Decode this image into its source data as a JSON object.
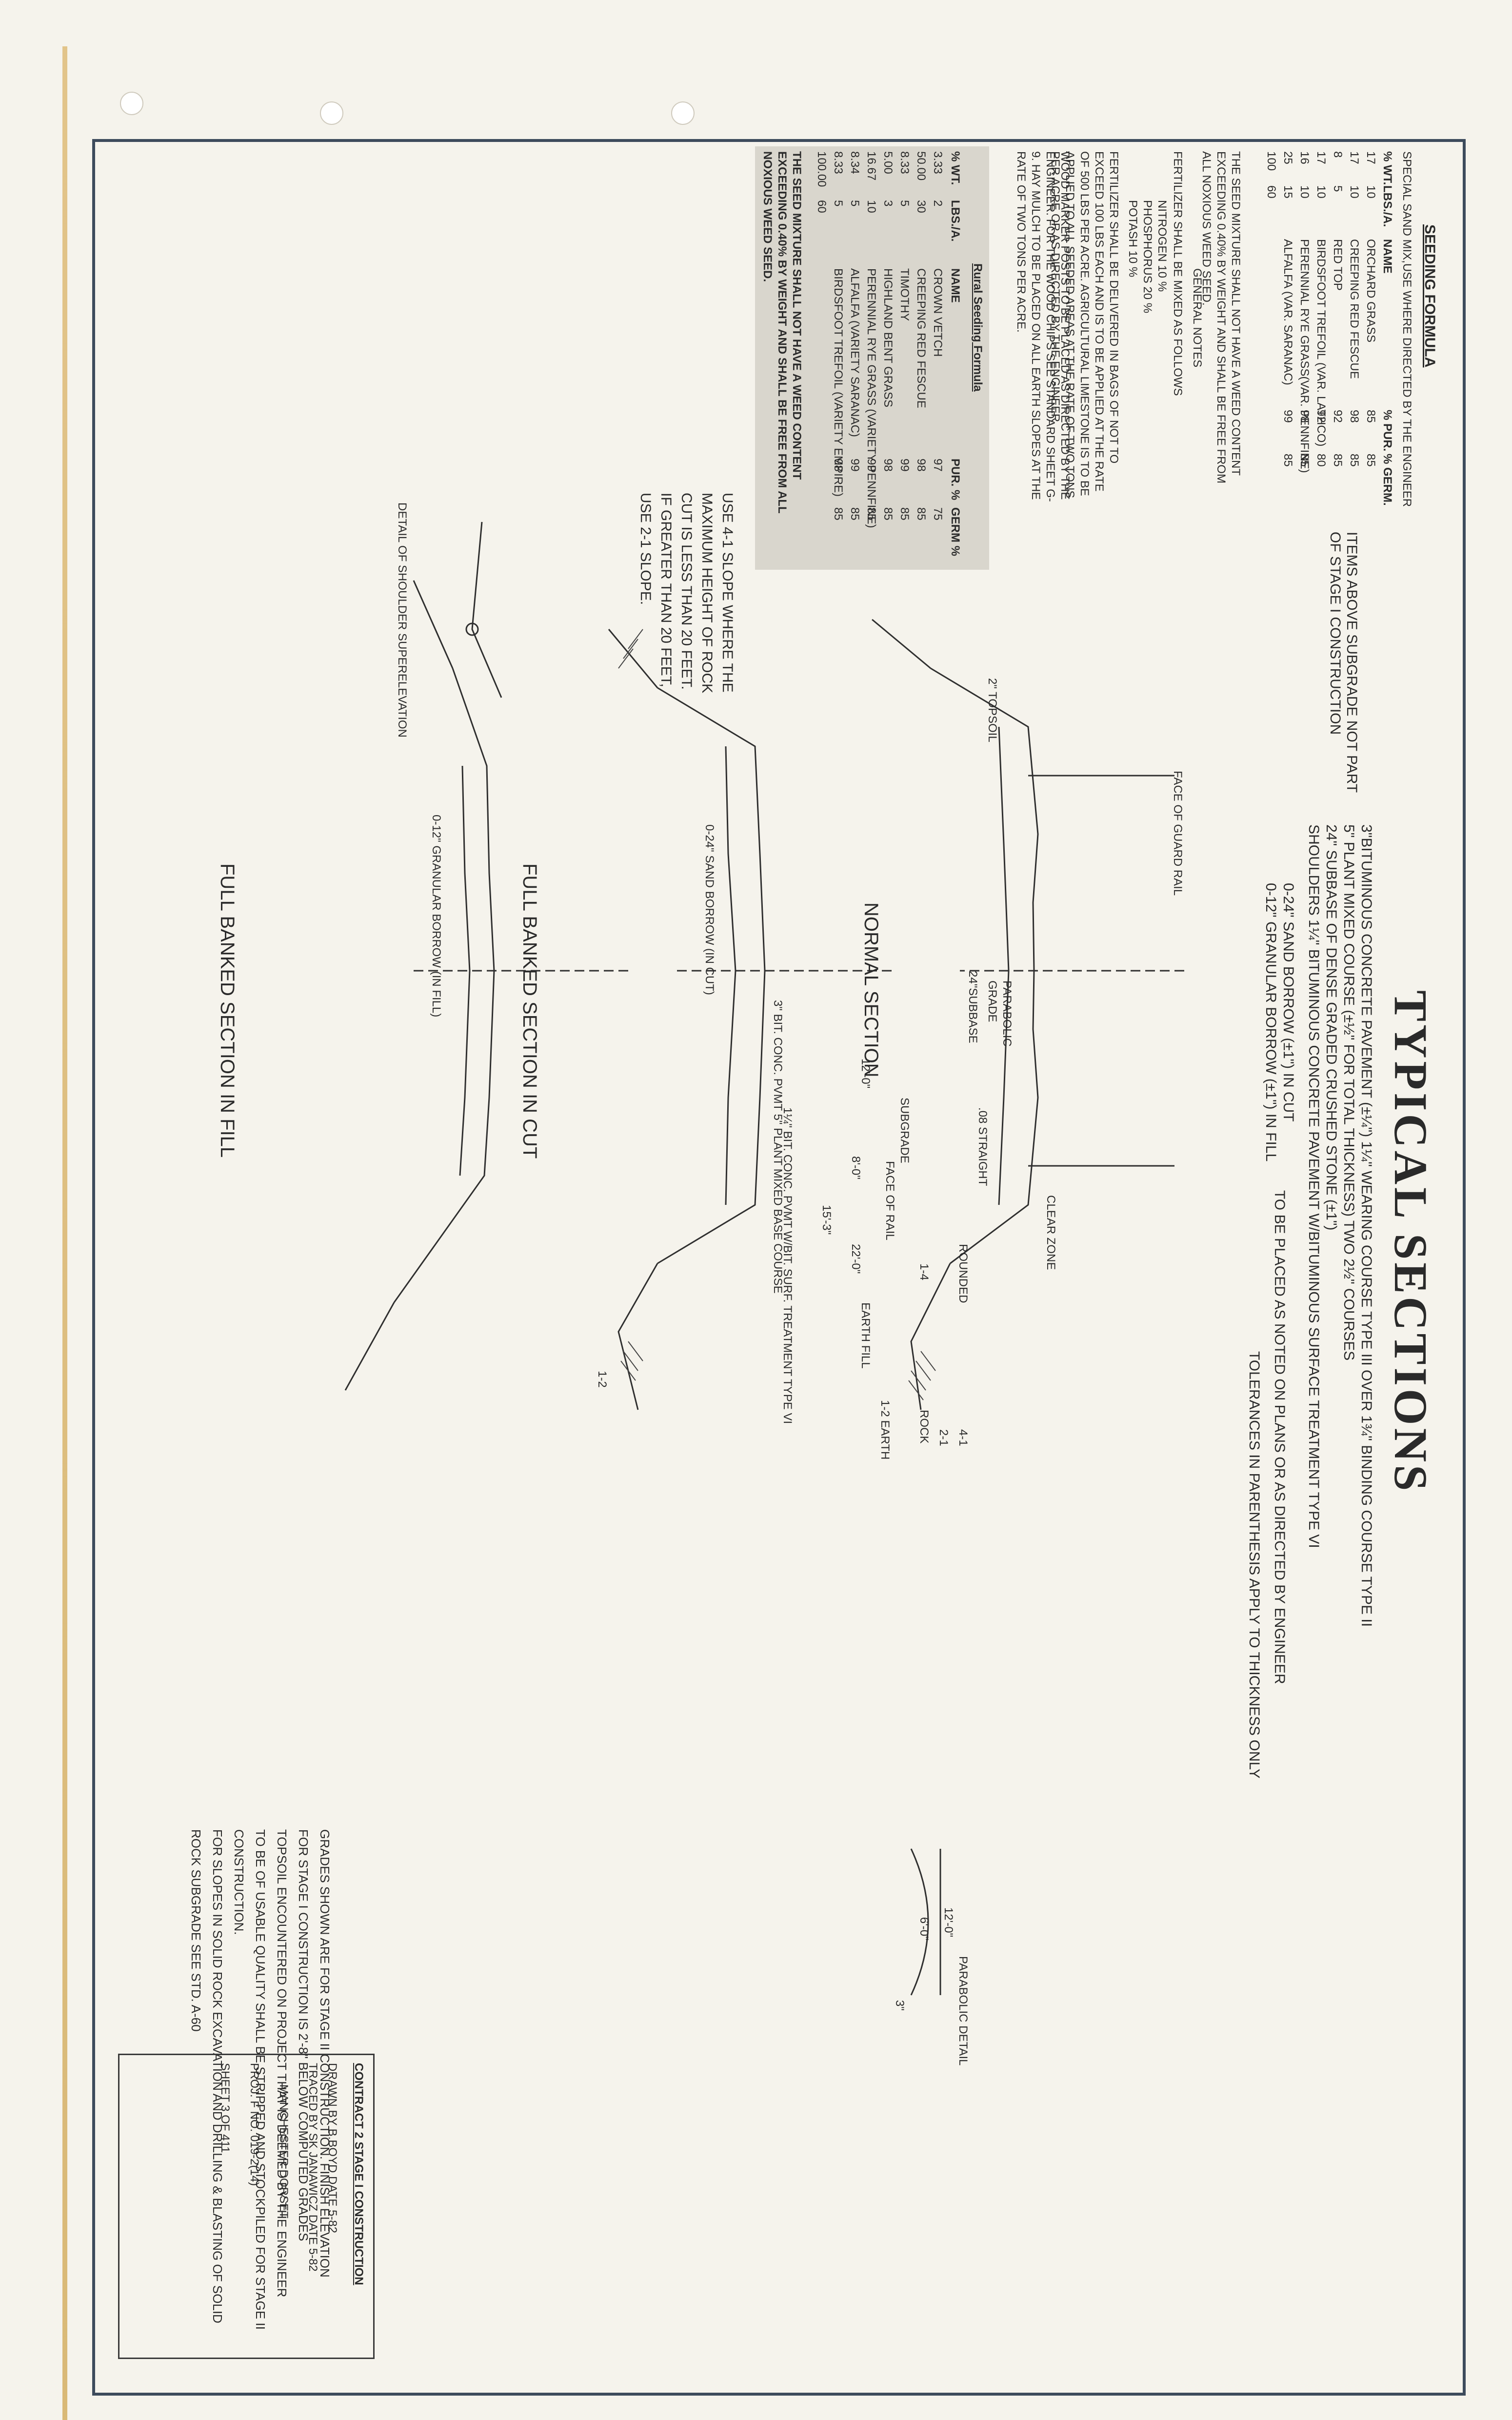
{
  "title": "TYPICAL SECTIONS",
  "specs": {
    "line1": "3\"BITUMINOUS CONCRETE PAVEMENT (±¼\") 1¼\" WEARING COURSE TYPE III OVER 1¾\" BINDING COURSE TYPE II",
    "line2": "5\" PLANT MIXED COURSE (±½\" FOR TOTAL THICKNESS) TWO 2½\" COURSES",
    "line3": "24\" SUBBASE OF DENSE GRADED CRUSHED STONE (±1\")",
    "line4": "SHOULDERS 1¼\" BITUMINOUS CONCRETE PAVEMENT W/BITUMINOUS SURFACE TREATMENT TYPE VI",
    "left_note": "ITEMS ABOVE SUBGRADE NOT PART OF STAGE I CONSTRUCTION",
    "borrow1": "0-24\" SAND BORROW (±1\") IN CUT",
    "borrow2": "0-12\" GRANULAR BORROW (±1\") IN FILL",
    "borrow_note": "TO BE PLACED AS NOTED ON PLANS OR AS DIRECTED BY ENGINEER",
    "tolerance": "TOLERANCES IN PARENTHESIS APPLY TO THICKNESS ONLY"
  },
  "seeding": {
    "heading": "SEEDING FORMULA",
    "subheading": "SPECIAL SAND MIX,USE WHERE DIRECTED BY THE ENGINEER",
    "cols": [
      "% WT.",
      "LBS./A.",
      "NAME",
      "% PUR.",
      "% GERM."
    ],
    "rows": [
      [
        "17",
        "10",
        "ORCHARD GRASS",
        "85",
        "85"
      ],
      [
        "17",
        "10",
        "CREEPING RED FESCUE",
        "98",
        "85"
      ],
      [
        "8",
        "5",
        "RED TOP",
        "92",
        "85"
      ],
      [
        "17",
        "10",
        "BIRDSFOOT TREFOIL (VAR. LATHCO)",
        "92",
        "80"
      ],
      [
        "16",
        "10",
        "PERENNIAL RYE GRASS(VAR. PENNFINE)",
        "98",
        "85"
      ],
      [
        "25",
        "15",
        "ALFALFA (VAR. SARANAC)",
        "99",
        "85"
      ],
      [
        "100",
        "60",
        "",
        "",
        ""
      ]
    ],
    "weed_note": "THE SEED MIXTURE SHALL NOT HAVE A WEED CONTENT EXCEEDING 0.40% BY WEIGHT AND SHALL BE FREE FROM ALL NOXIOUS WEED SEED.",
    "general": "GENERAL NOTES",
    "fert_head": "FERTILIZER SHALL BE MIXED AS FOLLOWS",
    "fert": [
      "NITROGEN 10 %",
      "PHOSPHORUS 20 %",
      "POTASH 10 %"
    ],
    "fert_note": "FERTILIZER SHALL BE DELIVERED IN BAGS OF NOT TO EXCEED 100 LBS EACH AND IS TO BE APPLIED AT THE RATE OF 500 LBS PER ACRE. AGRICULTURAL LIMESTONE IS TO BE APPLIED TO ALL SEEDED AREAS AT THE RATE OF TWO TONS PER ACRE OR AS DIRECTED BY THE ENGINEER.",
    "wood_note": "WOOD MARKER POSTS TO BE PLACED AS DIRECTED BY THE ENGINEER. FOR THE WOOD CHIPS SEE STANDARD SHEET G-9. HAY MULCH TO BE PLACED ON ALL EARTH SLOPES AT THE RATE OF TWO TONS PER ACRE."
  },
  "rural": {
    "heading": "Rural Seeding Formula",
    "cols": [
      "% WT.",
      "LBS./A.",
      "NAME",
      "PUR. %",
      "GERM %"
    ],
    "rows": [
      [
        "3.33",
        "2",
        "CROWN VETCH",
        "97",
        "75"
      ],
      [
        "50.00",
        "30",
        "CREEPING RED FESCUE",
        "98",
        "85"
      ],
      [
        "8.33",
        "5",
        "TIMOTHY",
        "99",
        "85"
      ],
      [
        "5.00",
        "3",
        "HIGHLAND BENT GRASS",
        "98",
        "85"
      ],
      [
        "16.67",
        "10",
        "PERENNIAL RYE GRASS (VARIETY PENNFINE)",
        "99",
        "85"
      ],
      [
        "8.34",
        "5",
        "ALFALFA (VARIETY SARANAC)",
        "99",
        "85"
      ],
      [
        "8.33",
        "5",
        "BIRDSFOOT TREFOIL (VARIETY EMPIRE)",
        "98",
        "85"
      ],
      [
        "100.00",
        "60",
        "",
        "",
        ""
      ]
    ],
    "note": "THE SEED MIXTURE SHALL NOT HAVE A WEED CONTENT EXCEEDING 0.40% BY WEIGHT AND SHALL BE FREE FROM ALL NOXIOUS WEED SEED."
  },
  "rock_note": [
    "USE 4-1 SLOPE WHERE THE",
    "MAXIMUM HEIGHT OF ROCK",
    "CUT IS LESS THAN 20 FEET.",
    "IF GREATER THAN 20 FEET,",
    "USE 2-1 SLOPE."
  ],
  "shoulder_detail": "DETAIL OF SHOULDER SUPERELEVATION",
  "sections": {
    "normal": "NORMAL SECTION",
    "cut": "FULL BANKED SECTION IN CUT",
    "fill": "FULL BANKED SECTION IN FILL"
  },
  "labels": {
    "face_guard": "FACE OF GUARD RAIL",
    "face_rail": "FACE OF RAIL",
    "clear_zone": "CLEAR ZONE",
    "topsoil": "2\" TOPSOIL",
    "grade": "GRADE",
    "parabolic": "PARABOLIC",
    "subgrade": "SUBGRADE",
    "earth_fill": "EARTH FILL",
    "rock": "ROCK",
    "earth": "1-2 EARTH",
    "rounded": "ROUNDED",
    "subbase": "24\"SUBBASE",
    "straight": ".08 STRAIGHT",
    "sand_borrow": "0-24\" SAND BORROW (IN CUT)",
    "gran_borrow": "0-12\" GRANULAR BORROW (IN FILL)",
    "bit_conc": "3\" BIT. CONC. PVMT 5\" PLANT MIXED BASE COURSE",
    "treat": "1¼\" BIT. CONC. PVMT W/BIT. SURF. TREATMENT TYPE VI",
    "dim_12": "12'-0\"",
    "dim_8": "8'-0\"",
    "dim_22": "22'-0\"",
    "dim_15": "15'-3\"",
    "slope_14": "1-4",
    "slope_12": "1-2",
    "slope_41": "4-1",
    "slope_21": "2-1"
  },
  "parabolic_detail": {
    "title": "PARABOLIC DETAIL",
    "d1": "12'-0\"",
    "d2": "6'-0\"",
    "d3": "3\""
  },
  "grade_notes": [
    "GRADES SHOWN ARE FOR STAGE II CONSTRUCTION. FINISH ELEVATION",
    "FOR STAGE I CONSTRUCTION IS 2'-8\" BELOW COMPUTED GRADES",
    "TOPSOIL ENCOUNTERED ON PROJECT THAT IS DEEMED BY THE ENGINEER",
    "TO BE OF USABLE QUALITY SHALL BE STRIPPED AND STOCKPILED FOR STAGE II",
    "CONSTRUCTION.",
    "FOR SLOPES IN SOLID ROCK EXCAVATION AND DRILLING & BLASTING OF SOLID",
    "ROCK SUBGRADE SEE STD. A-60"
  ],
  "titleblock": {
    "contract": "CONTRACT 2 STAGE I CONSTRUCTION",
    "drawn": "DRAWN BY   B.BOYD   DATE 5-82",
    "traced": "TRACED BY  SK JANAWICZ   DATE 5-82",
    "town": "MANCHESTER   DORSET",
    "proj": "PROJ.   F   NO. 019-2(14)",
    "sheet": "SHEET  3   OF  411"
  }
}
